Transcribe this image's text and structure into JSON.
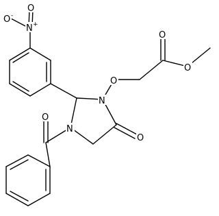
{
  "atoms": {
    "nitro_N": {
      "symbol": "N",
      "charge": "+"
    },
    "nitro_O1": {
      "symbol": "O",
      "charge": "-"
    },
    "nitro_O2": {
      "symbol": "O",
      "charge": ""
    },
    "ring_N1": {
      "symbol": "N",
      "charge": ""
    },
    "ring_N3": {
      "symbol": "N",
      "charge": ""
    },
    "ether_O": {
      "symbol": "O",
      "charge": ""
    },
    "ester_carbonyl_O": {
      "symbol": "O",
      "charge": ""
    },
    "ester_O": {
      "symbol": "O",
      "charge": ""
    },
    "lactam_O": {
      "symbol": "O",
      "charge": ""
    },
    "benzoyl_O": {
      "symbol": "O",
      "charge": ""
    }
  }
}
